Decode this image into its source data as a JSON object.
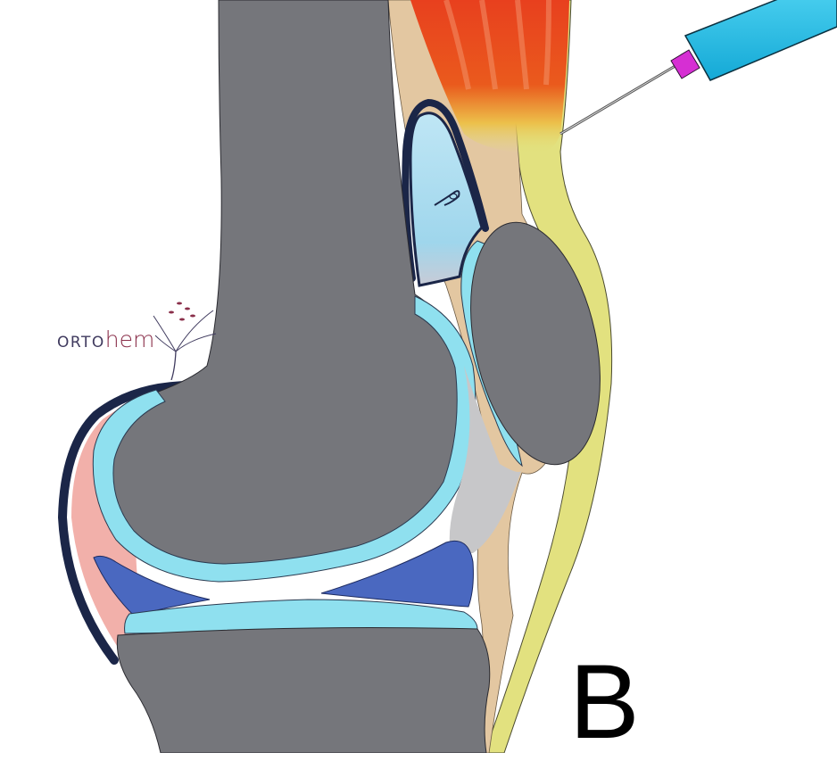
{
  "figure": {
    "panel_label": "B",
    "logo": {
      "prefix": "ORTO",
      "suffix": "hem"
    }
  },
  "colors": {
    "bone": "#75767b",
    "cartilage": "#8fe0ef",
    "synovial_fluid": "#a9dcef",
    "meniscus": "#4a68c0",
    "synovium": "#f2b0aa",
    "capsule": "#1b2648",
    "fat_pad": "#e3c7a1",
    "skin_subcutaneous": "#e2e17f",
    "muscle": "#e8401e",
    "syringe_barrel": "#22c1ea",
    "syringe_hub": "#d62fd3",
    "needle": "#444444"
  },
  "icons": [
    "syringe-icon",
    "ortohem-logo-icon"
  ]
}
